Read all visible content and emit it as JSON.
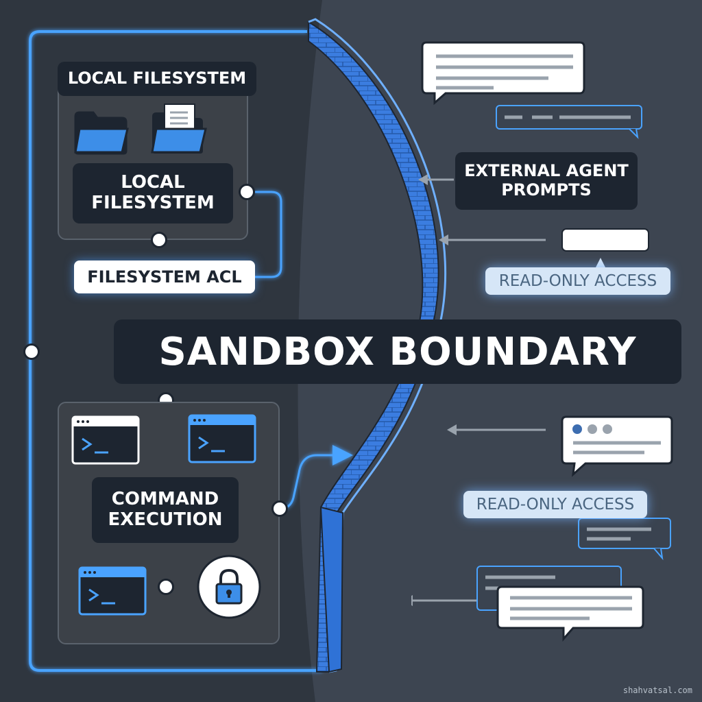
{
  "colors": {
    "background_left": "#2e353e",
    "background_right": "#434b57",
    "wall_blue": "#3b7de0",
    "glow_blue": "#4aa3ff",
    "label_dark": "#1d2530",
    "label_light": "#ffffff"
  },
  "title": "SANDBOX BOUNDARY",
  "filesystem_group": {
    "header_label": "LOCAL FILESYSTEM",
    "inner_label": "LOCAL\nFILESYSTEM",
    "acl_label": "FILESYSTEM ACL",
    "icons": [
      "folder-icon",
      "document-folder-icon"
    ]
  },
  "command_group": {
    "label": "COMMAND\nEXECUTION",
    "icons": [
      "terminal-icon",
      "terminal-icon",
      "terminal-icon",
      "lock-icon"
    ],
    "prompt_glyph": ">_"
  },
  "external": {
    "prompts_label": "EXTERNAL AGENT\nPROMPTS",
    "read_only_1": "READ-ONLY ACCESS",
    "read_only_2": "READ-ONLY ACCESS",
    "icons": [
      "speech-bubble-icon",
      "arrow-left-icon",
      "lock-icon"
    ]
  },
  "watermark": "shahvatsal.com"
}
